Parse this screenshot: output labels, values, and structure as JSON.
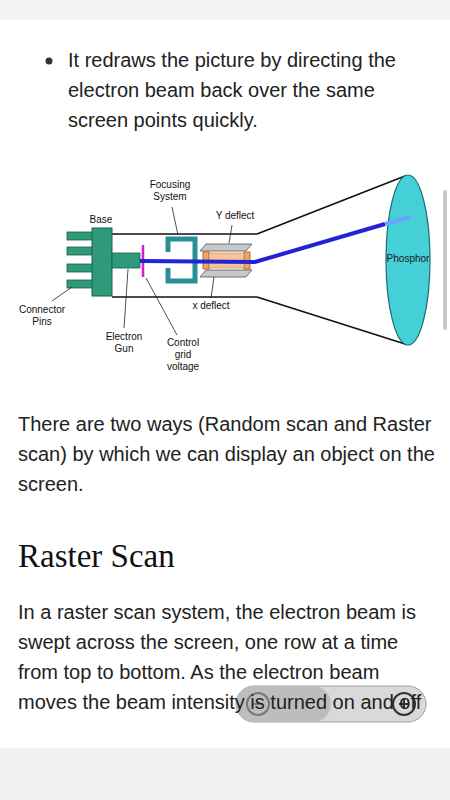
{
  "diagram": {
    "title": "Raster Scan",
    "nodes": [
      {
        "text": [
          "Phosphor"
        ]
      }
    ],
    "labels": [
      "It redraws the picture by directing the electron beam back over the same screen points quickly.",
      "Focusing System",
      "Y deflect",
      "Base",
      "Connector Pins",
      "x deflect",
      "Electron Gun",
      "Control grid voltage",
      "There are two ways (Random scan and Raster scan) by which we can display an object on the screen.",
      "In a raster scan system, the electron beam is swept across the screen, one row at a time from top to bottom. As the electron beam moves the beam intensity is turned on and off"
    ]
  }
}
